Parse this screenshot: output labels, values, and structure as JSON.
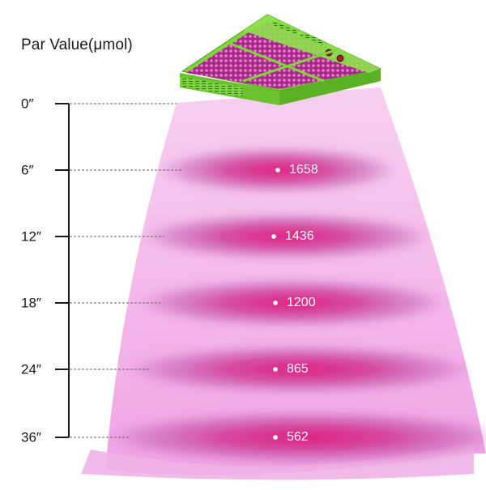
{
  "title": "Par Value(μmol)",
  "measurements": [
    {
      "distance": "0″",
      "par": ""
    },
    {
      "distance": "6″",
      "par": "1658"
    },
    {
      "distance": "12″",
      "par": "1436"
    },
    {
      "distance": "18″",
      "par": "1200"
    },
    {
      "distance": "24″",
      "par": "865"
    },
    {
      "distance": "36″",
      "par": "562"
    }
  ],
  "colors": {
    "lamp_frame": "#7dd63a",
    "lamp_face": "#c23aa8",
    "light_beam": "#f3b6ea",
    "hot_spot": "#d8207c",
    "text": "#1a1a1a",
    "value_text": "#ffffff"
  },
  "icons": {
    "lamp": "led-grow-light-icon"
  }
}
